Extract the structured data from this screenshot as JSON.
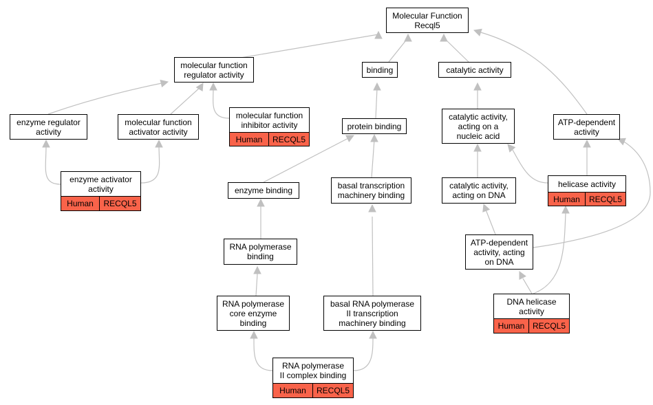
{
  "diagram": {
    "nodes": {
      "root": "Molecular Function\nRecql5",
      "mfra": "molecular function\nregulator activity",
      "binding": "binding",
      "catalytic": "catalytic activity",
      "enzreg": "enzyme regulator\nactivity",
      "mfaa": "molecular function\nactivator activity",
      "mfia": "molecular function\ninhibitor activity",
      "protbind": "protein binding",
      "catnuc": "catalytic activity,\nacting on a\nnucleic acid",
      "atpdep": "ATP-dependent\nactivity",
      "enzact": "enzyme activator\nactivity",
      "enzbind": "enzyme binding",
      "basaltx": "basal transcription\nmachinery binding",
      "catdna": "catalytic activity,\nacting on DNA",
      "helicase": "helicase activity",
      "rnapol": "RNA polymerase\nbinding",
      "atpdna": "ATP-dependent\nactivity, acting\non DNA",
      "rnapolcore": "RNA polymerase\ncore enzyme\nbinding",
      "basalrnapol2": "basal RNA polymerase\nII transcription\nmachinery binding",
      "dnahel": "DNA helicase\nactivity",
      "rnapol2cx": "RNA polymerase\nII complex binding"
    },
    "annotation": {
      "organism": "Human",
      "gene": "RECQL5"
    },
    "colors": {
      "annotation_fill": "#f9634a",
      "edge": "#c0c0c0",
      "node_border": "#000000"
    }
  }
}
